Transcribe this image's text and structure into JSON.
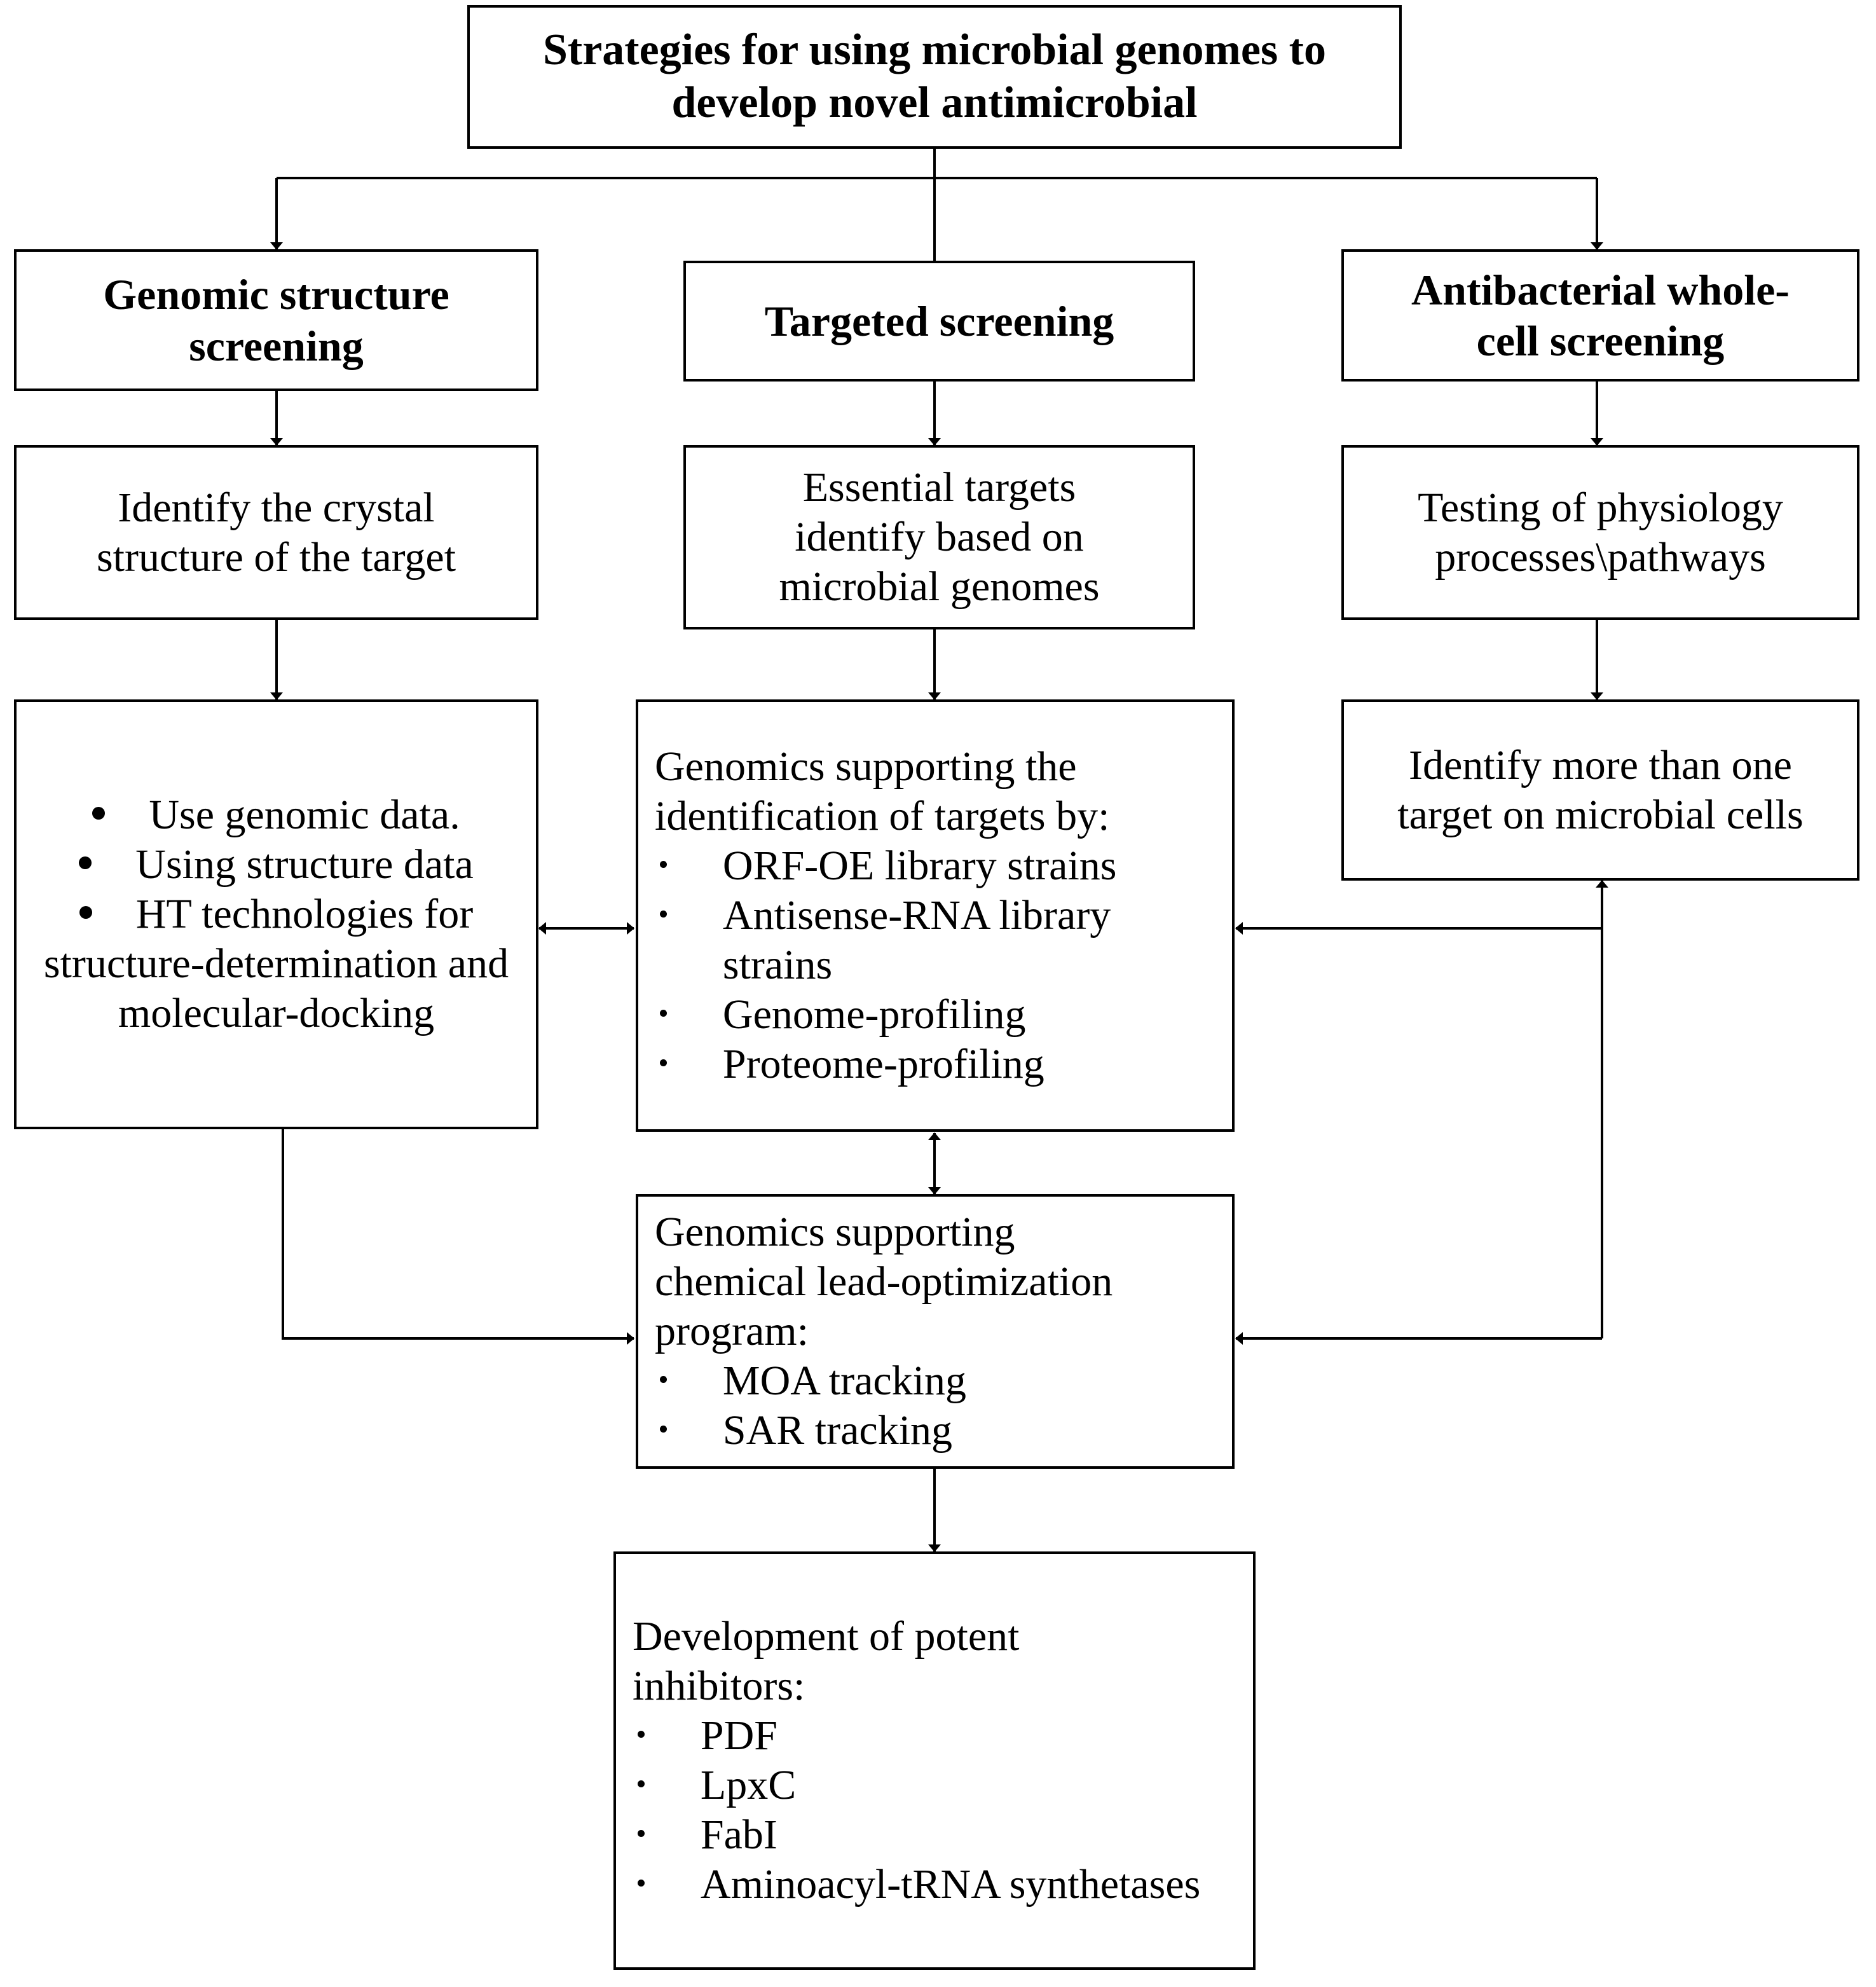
{
  "diagram": {
    "title_box": {
      "label": "Strategies for using microbial genomes to develop novel antimicrobial",
      "line1": "Strategies for using microbial genomes to",
      "line2": "develop novel antimicrobial"
    },
    "branches": [
      {
        "heading": "Genomic structure screening",
        "heading_line1": "Genomic structure",
        "heading_line2": "screening",
        "step": "Identify the crystal structure of the target",
        "step_line1": "Identify the crystal",
        "step_line2": "structure of the target",
        "detail_lead": "",
        "detail_bullets": [
          "Use genomic data.",
          "Using structure data",
          "HT technologies for structure-determination and molecular-docking"
        ]
      },
      {
        "heading": "Targeted screening",
        "step": "Essential targets identify based on microbial genomes",
        "step_line1": "Essential targets",
        "step_line2": "identify based on",
        "step_line3": "microbial genomes",
        "detail_lead": "Genomics supporting the identification of targets by:",
        "detail_lead_line1": "Genomics supporting the",
        "detail_lead_line2": "identification of targets by:",
        "detail_bullets": [
          "ORF-OE library strains",
          "Antisense-RNA library strains",
          "Genome-profiling",
          "Proteome-profiling"
        ]
      },
      {
        "heading": "Antibacterial whole-cell screening",
        "heading_line1": "Antibacterial whole-",
        "heading_line2": "cell screening",
        "step": "Testing of physiology processes\\pathways",
        "step_line1": "Testing of physiology",
        "step_line2": "processes\\pathways",
        "detail_lead": "Identify more than one target on microbial cells",
        "detail_line1": "Identify more than one",
        "detail_line2": "target on microbial cells",
        "detail_bullets": []
      }
    ],
    "lead_optimization_box": {
      "lead": "Genomics supporting chemical lead-optimization program:",
      "lead_line1": "Genomics supporting",
      "lead_line2": "chemical lead-optimization",
      "lead_line3": "program:",
      "bullets": [
        "MOA tracking",
        "SAR tracking"
      ]
    },
    "inhibitors_box": {
      "lead": "Development of potent inhibitors:",
      "lead_line1": "Development of potent",
      "lead_line2": "inhibitors:",
      "bullets": [
        "PDF",
        "LpxC",
        "FabI",
        "Aminoacyl-tRNA synthetases"
      ]
    },
    "style": {
      "line_color": "#000000",
      "box_border_color": "#000000",
      "background": "#ffffff",
      "text_color": "#000000"
    }
  }
}
